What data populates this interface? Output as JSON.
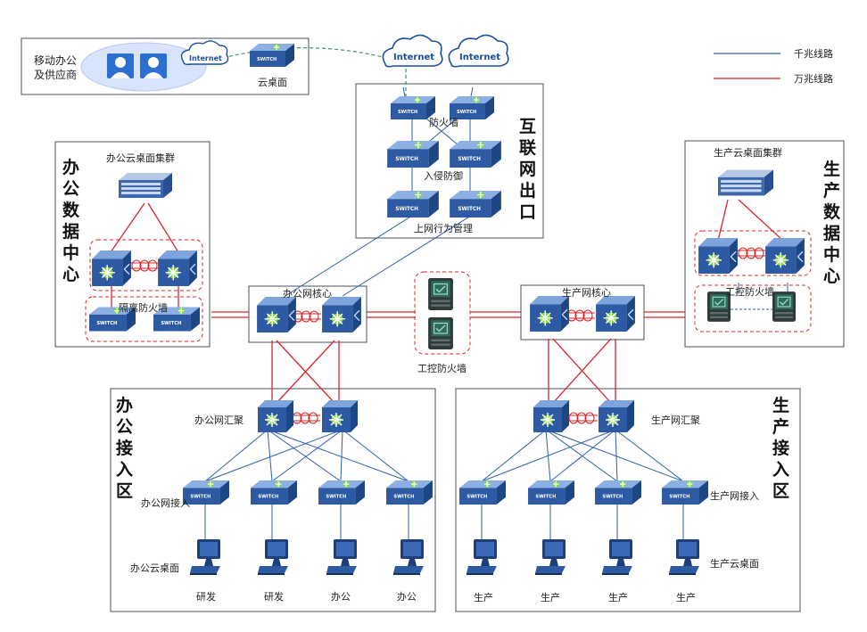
{
  "legend": {
    "gigabit": "千兆线路",
    "ten_gigabit": "万兆线路"
  },
  "colors": {
    "gigabit": "#2f5fa8",
    "ten_gigabit": "#d8262b",
    "zone_border": "#d42a2a",
    "box_border": "#4a4f57",
    "device_blue": "#2d5aa3",
    "firewall_green": "#2f6b5c"
  },
  "mobile": {
    "title_line1": "移动办公",
    "title_line2": "及供应商",
    "cloud": "Internet",
    "desktop_label": "云桌面"
  },
  "internet_exit": {
    "title": [
      "互",
      "联",
      "网",
      "出",
      "口"
    ],
    "clouds": [
      "Internet",
      "Internet"
    ],
    "firewall": "防火墙",
    "ips": "入侵防御",
    "behavior_mgmt": "上网行为管理"
  },
  "office_dc": {
    "title": [
      "办",
      "公",
      "数",
      "据",
      "中",
      "心"
    ],
    "cluster": "办公云桌面集群",
    "isolation_fw": "隔离防火墙"
  },
  "prod_dc": {
    "title": [
      "生",
      "产",
      "数",
      "据",
      "中",
      "心"
    ],
    "cluster": "生产云桌面集群",
    "ics_fw": "工控防火墙"
  },
  "office_core": "办公网核心",
  "prod_core": "生产网核心",
  "ics_firewall_mid": "工控防火墙",
  "office_access": {
    "title": [
      "办",
      "公",
      "接",
      "入",
      "区"
    ],
    "aggregation": "办公网汇聚",
    "access": "办公网接入",
    "desktop": "办公云桌面",
    "terminals": [
      "研发",
      "研发",
      "办公",
      "办公"
    ]
  },
  "prod_access": {
    "title": [
      "生",
      "产",
      "接",
      "入",
      "区"
    ],
    "aggregation": "生产网汇聚",
    "access": "生产网接入",
    "desktop": "生产云桌面",
    "terminals": [
      "生产",
      "生产",
      "生产",
      "生产"
    ]
  },
  "switch_text": "SWITCH"
}
